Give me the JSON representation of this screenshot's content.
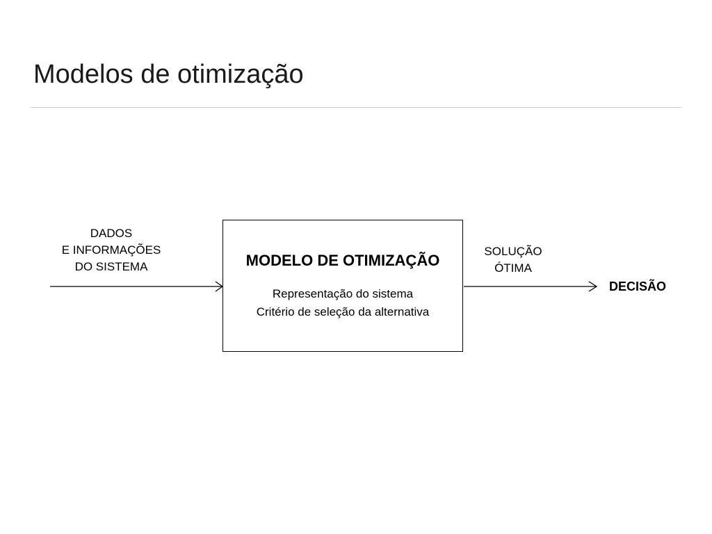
{
  "slide": {
    "title": "Modelos de otimização"
  },
  "diagram": {
    "input": {
      "line1": "DADOS",
      "line2": "E INFORMAÇÕES",
      "line3": "DO SISTEMA"
    },
    "model": {
      "title": "MODELO DE OTIMIZAÇÃO",
      "line1": "Representação do sistema",
      "line2": "Critério de seleção da alternativa"
    },
    "output": {
      "line1": "SOLUÇÃO",
      "line2": "ÓTIMA"
    },
    "result": "DECISÃO"
  }
}
